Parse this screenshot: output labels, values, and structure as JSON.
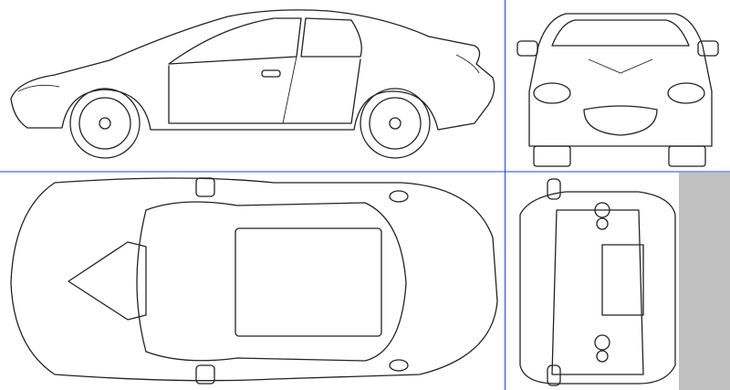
{
  "views": [
    "side",
    "front",
    "top",
    "rear"
  ],
  "colors": {
    "divider": "#1a3cff",
    "panel": "#c0c0c0",
    "line": "#222222"
  }
}
